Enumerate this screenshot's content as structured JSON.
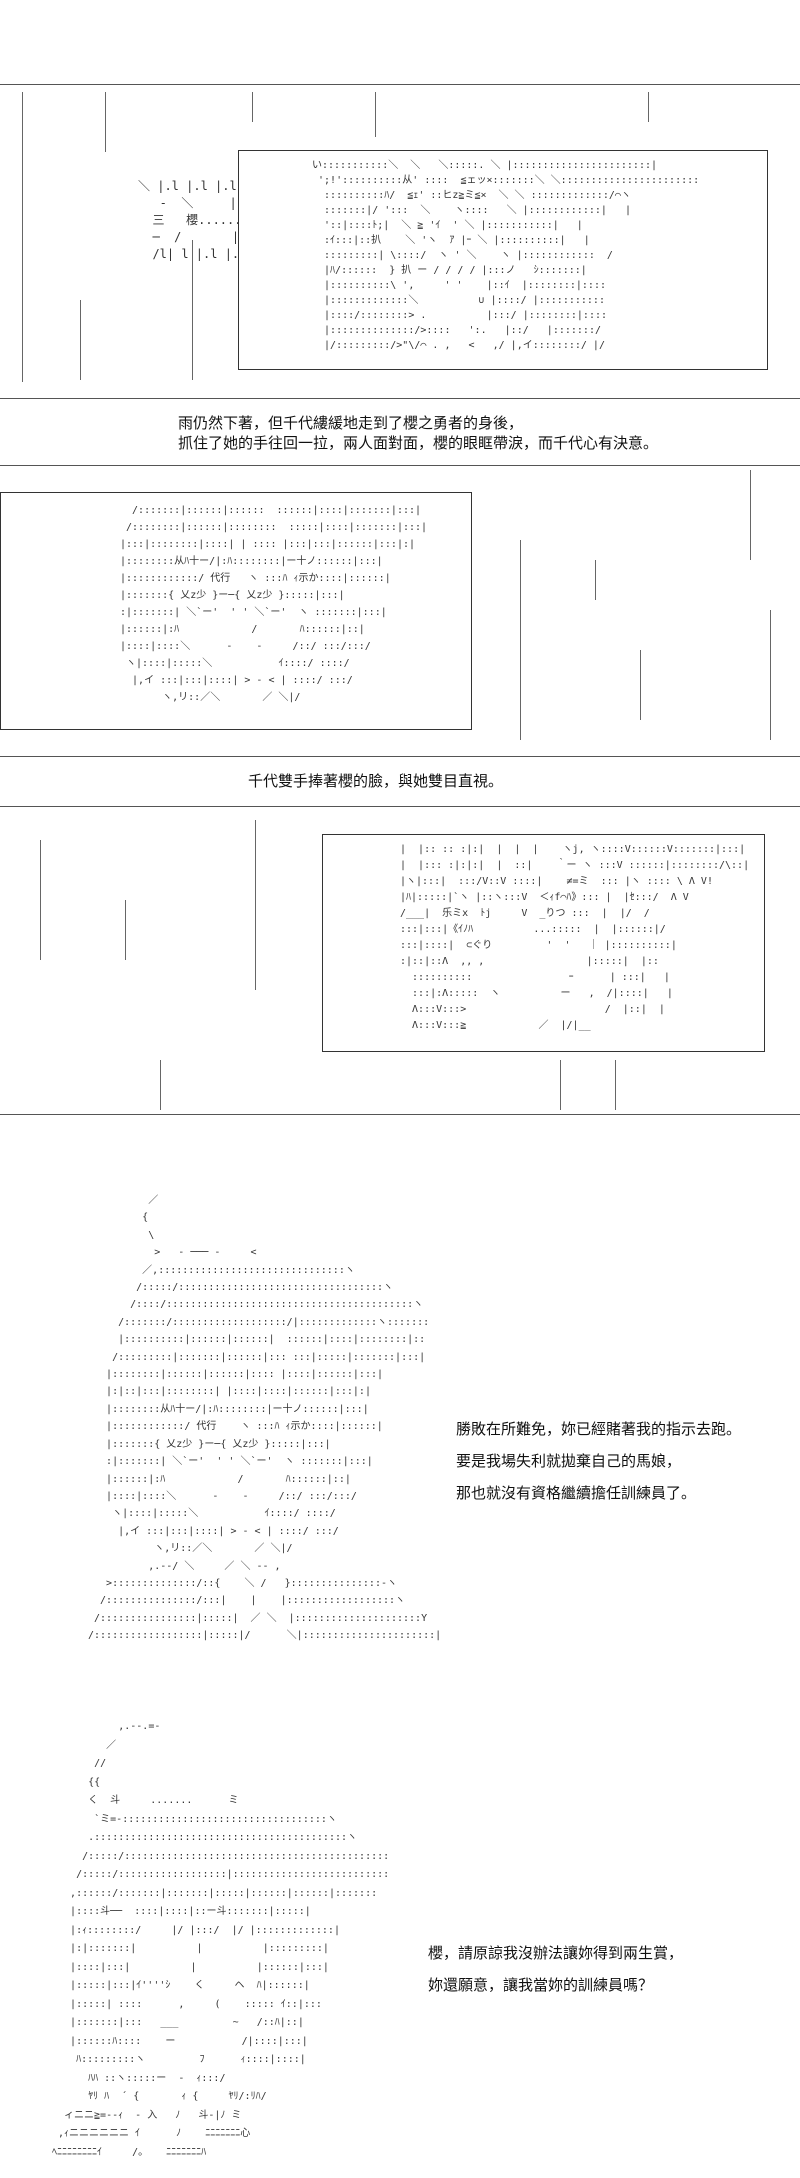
{
  "panels": [
    {
      "id": "panel1",
      "aa_left": "＼ |.l |.l |.l |  |  /\n   -  ＼     |       /  ─\n  三   櫻......   三\n  ─  /       |      ＼  ─\n  /l| l |.l |.l |  ＼",
      "aa_right": "い:::::::::::＼  ＼   ＼:::::. ＼ |:::::::::::::::::::::::|\n ';!'::::::::::从' ::::  ≦ェッ×:::::::＼ ＼:::::::::::::::::::::::\n  ::::::::::ﾊ/  ≦ｪ' ::ヒz≧ミ≦×  ＼ ＼ :::::::::::::/⌒ヽ\n  :::::::|/ ':::  ＼    ヽ::::   ＼ |::::::::::::|   |\n  '::|::::ﾄ;|  ＼ ≧ 'ｲ  ' ＼ |:::::::::::|   |\n  :ｲ:::|::扒    ＼ 'ヽ  ｱ |ｰ ＼ |::::::::::|   |\n  :::::::::| \\::::/  ヽ ' ＼    ヽ |::::::::::::  /\n  |ﾊ/::::::  } 扒 ー / / / / |:::ノ   ｼ:::::::|\n  |::::::::::\\ ',     ' '    |::ｲ  |::::::::|::::\n  |:::::::::::::＼          ∪ |::::/ |:::::::::::\n  |::::/::::::::> .          |:::/ |::::::::|::::\n  |::::::::::::::/>::::   ':.   |::/   |:::::::/\n  |/:::::::::/>\"\\/⌒ . ,   <   ,/ |,イ::::::::/ |/",
      "narration": [
        "雨仍然下著，但千代縷緩地走到了櫻之勇者的身後，",
        "抓住了她的手往回一拉，兩人面對面，櫻的眼眶帶淚，而千代心有決意。"
      ]
    },
    {
      "id": "panel2",
      "aa": "  /:::::::|::::::|::::::  ::::::|::::|:::::::|:::|\n /::::::::|::::::|::::::::  :::::|::::|:::::::|:::|\n|:::|::::::::|::::| | :::: |:::|:::|::::::|:::|:|\n|::::::::从ﾊ十ー/|:ﾊ::::::::|ー十ノ::::::|:::|\n|::::::::::::/ 代行   ヽ :::ﾊ ｨ示か::::|::::::|\n|:::::::{ 乂z少 }ー─{ 乂z少 }:::::|:::|\n:|:::::::| ＼`ー'  ' ' ＼`ー'  ヽ :::::::|:::|\n|::::::|:ﾊ            /       ﾊ::::::|::|\n|::::|::::＼      -    -     /::/ :::/:::/\n ヽ|::::|:::::＼           ｲ::::/ ::::/\n  |,イ :::|:::|::::| > - < | ::::/ :::/\n       ヽ,リ::／＼       ／ ＼|/",
      "narration": "千代雙手捧著櫻的臉，與她雙目直視。"
    },
    {
      "id": "panel3",
      "aa": "|  |:: :: :|:|  |  |  |    ヽj, ヽ::::V::::::V:::::::|:::|\n|  |::: :|:|:|  |  ::|    ｀ー ヽ :::V ::::::|::::::::/\\::|\n|ヽ|:::|  :::/V::V ::::|    ≠=ミ  ::: |ヽ :::: \\ Λ V!\n|ﾊ|:::::|`ヽ |::ヽ:::V  ＜ｨf⌒ﾊ》::: |  |ｾ:::/  Λ V\n/___|  乐ミx  ﾄj     V  _りつ :::  |  |/  /\n:::|:::|《ｲﾉﾊ          ...:::::  |  |::::::|/\n:::|::::|  ⊂ぐり         '  '   ｜ |::::::::::|\n:|::|::Λ  ,, ,                 |:::::|  |::\n  ::::::::::                ｰ      | :::|   |\n  :::|:Λ:::::  ヽ          ー   ,  /|::::|   |\n  Λ:::V:::>                       /  |::|  |\n  Λ:::V:::≧            ／  |/|__"
    },
    {
      "id": "panel4",
      "aa": "          ／\n         {\n          \\\n           >   - ─── -     <\n         ／,:::::::::::::::::::::::::::::::ヽ\n        /:::::/::::::::::::::::::::::::::::::::::ヽ\n       /::::/:::::::::::::::::::::::::::::::::::::::::ヽ\n     /:::::::/:::::::::::::::::::/|:::::::::::::ヽ:::::::\n     |::::::::::|::::::|::::::|  ::::::|::::|::::::::|::\n    /:::::::::|:::::::|::::::|::: :::|:::::|:::::::|:::|\n   |::::::::|::::::|::::::|:::: |::::|::::::|:::|\n   |:|::|:::|::::::::| |::::|::::|::::::|:::|:|\n   |::::::::从ﾊ十ー/|:ﾊ::::::::|ー十ノ::::::|:::|\n   |::::::::::::/ 代行    ヽ :::ﾊ ｨ示か::::|::::::|\n   |:::::::{ 乂z少 }ー─{ 乂z少 }:::::|:::|\n   :|:::::::| ＼`ー'  ' ' ＼`ー'  ヽ :::::::|:::|\n   |::::::|:ﾊ            /       ﾊ::::::|::|\n   |::::|::::＼      -    -     /::/ :::/:::/\n    ヽ|::::|:::::＼           ｲ::::/ ::::/\n     |,イ :::|:::|::::| > - < | ::::/ :::/\n           ヽ,リ::／＼       ／ ＼|/\n          ,.--/ ＼     ／ ＼ -- ,\n   >::::::::::::::/::{    ＼ /   }:::::::::::::::-ヽ\n  /:::::::::::::::/:::|    |    |::::::::::::::::::ヽ\n /::::::::::::::::|:::::|  ／ ＼  |:::::::::::::::::::::Y\n/::::::::::::::::::|:::::|/      ＼|::::::::::::::::::::::|",
      "dialogue": [
        "勝敗在所難免，妳已經賭著我的指示去跑。",
        "要是我場失利就拋棄自己的馬娘，",
        "那也就沒有資格繼續擔任訓練員了。"
      ]
    },
    {
      "id": "panel5",
      "aa": "           ,.--.=-\n         ／\n       //\n      {{\n      く  斗     .......      ミ\n       `ミ=-::::::::::::::::::::::::::::::::::ヽ\n      .::::::::::::::::::::::::::::::::::::::::::ヽ\n     /:::::/::::::::::::::::::::::::::::::::::::::::::::\n    /:::::/::::::::::::::::::|::::::::::::::::::::::::::\n   ,::::::/:::::::|:::::::|:::::|::::::|::::::|:::::::\n   |::::斗──  ::::|::::|::ー斗:::::::|:::::|\n   |:ｨ::::::::/     |/ |:::/  |/ |:::::::::::::|\n   |:|:::::::|          |          |:::::::::|\n   |::::|:::|          |          |::::::|:::|\n   |:::::|:::|ｲ''''ｼ    く     ヘ  ﾊ|::::::|\n   |:::::| ::::      ,     (    ::::: ｲ::|:::\n   |:::::::|:::   ___         ~   /::ﾊ|::|\n   |::::::ﾊ::::    ー           /|::::|:::|\n    ﾊ:::::::::ヽ         ﾌ      ｨ::::|::::|\n      ﾊﾊ ::ヽ:::::ー  -  ｨ:::/\n      ﾔﾘ ﾊ  ´ {       ｨ {     ﾔﾘ/:ﾘﾊ/\n  ィニニ≧=--ｨ  ‐ 入   ﾉ   斗-|ﾉ ミ\n ,ｨニニニニニニ ｲ      ﾉ    ﾆﾆﾆﾆﾆﾆﾆ心\nﾍﾆﾆﾆﾆﾆﾆﾆﾆｲ     /。   ﾆﾆﾆﾆﾆﾆﾆﾊ",
      "dialogue": [
        "櫻，請原諒我沒辦法讓妳得到兩生賞，",
        "妳還願意，讓我當妳的訓練員嗎？"
      ]
    }
  ]
}
